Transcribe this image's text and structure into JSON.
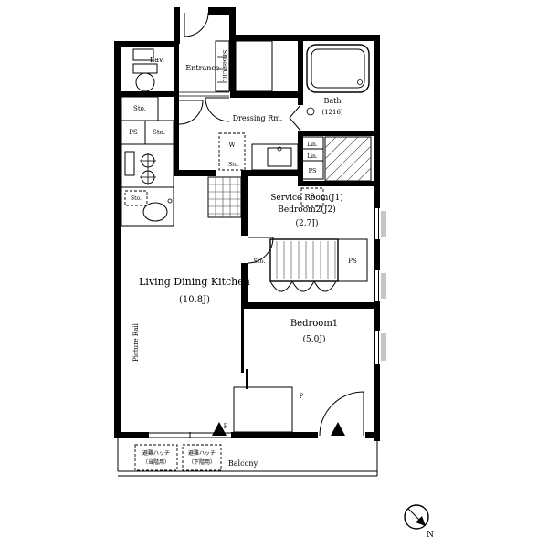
{
  "colors": {
    "background": "#ffffff",
    "wall": "#000000",
    "shade_dark": "#a9a9a9",
    "shade_light": "#c6c6c6"
  },
  "rooms": {
    "lav": "Lav.",
    "entrance": "Entrance",
    "shoes_closet": "Shoes Clo.",
    "bath": "Bath",
    "bath_size": "(1216)",
    "dressing": "Dressing Rm.",
    "service_line1": "Service Room(J1)",
    "service_line2": "Bedroom2(J2)",
    "service_size": "(2.7J)",
    "ldk": "Living Dining Kitchen",
    "ldk_size": "(10.8J)",
    "bedroom1": "Bedroom1",
    "bedroom1_size": "(5.0J)",
    "balcony": "Balcony"
  },
  "labels": {
    "ps": "PS",
    "sto": "Sto.",
    "lin": "Lin.",
    "washer": "W",
    "fridge": "R",
    "pipe": "P",
    "picture_rail": "Picture Rail"
  },
  "annotations": {
    "evac_hatch_line1": "避難ハッチ",
    "evac_hatch_left_line2": "（当階用）",
    "evac_hatch_right_line2": "（下階用）",
    "compass_north": "N"
  }
}
